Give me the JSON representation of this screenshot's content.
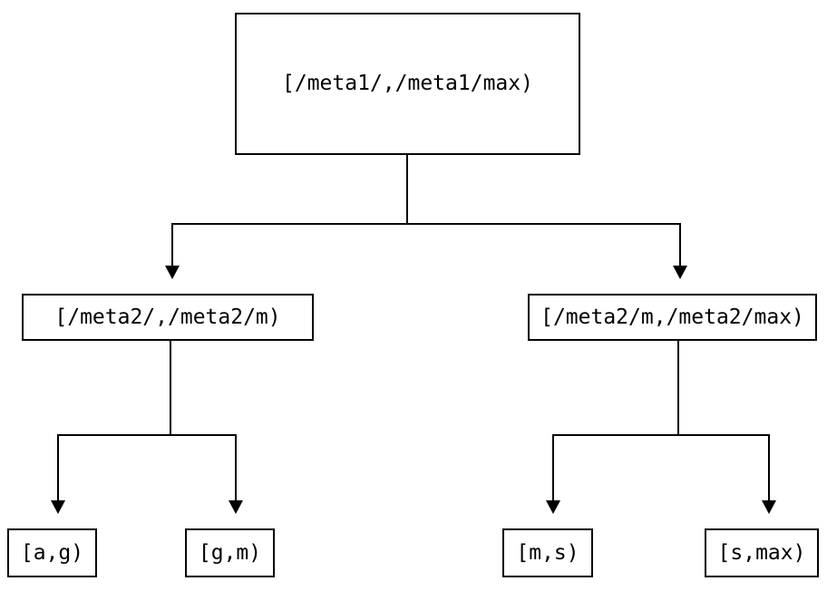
{
  "diagram": {
    "type": "tree",
    "background_color": "#ffffff",
    "line_color": "#000000",
    "box_border_color": "#000000",
    "text_color": "#000000",
    "nodes": {
      "root": {
        "label": "[/meta1/,/meta1/max)"
      },
      "left": {
        "label": "[/meta2/,/meta2/m)"
      },
      "right": {
        "label": "[/meta2/m,/meta2/max)"
      },
      "leaf_ag": {
        "label": "[a,g)"
      },
      "leaf_gm": {
        "label": "[g,m)"
      },
      "leaf_ms": {
        "label": "[m,s)"
      },
      "leaf_smax": {
        "label": "[s,max)"
      }
    },
    "edges": [
      {
        "from": "root",
        "to": "left"
      },
      {
        "from": "root",
        "to": "right"
      },
      {
        "from": "left",
        "to": "leaf_ag"
      },
      {
        "from": "left",
        "to": "leaf_gm"
      },
      {
        "from": "right",
        "to": "leaf_ms"
      },
      {
        "from": "right",
        "to": "leaf_smax"
      }
    ]
  }
}
